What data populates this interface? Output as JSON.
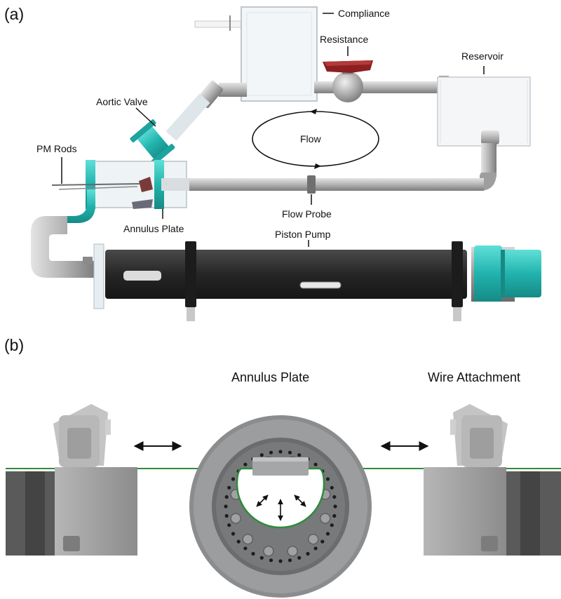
{
  "panel_a": {
    "tag": "(a)",
    "labels": {
      "compliance": "Compliance",
      "resistance": "Resistance",
      "reservoir": "Reservoir",
      "aortic_valve": "Aortic Valve",
      "pm_rods": "PM Rods",
      "flow": "Flow",
      "flow_probe": "Flow Probe",
      "annulus_plate": "Annulus Plate",
      "piston_pump": "Piston Pump"
    }
  },
  "panel_b": {
    "tag": "(b)",
    "labels": {
      "annulus_plate": "Annulus Plate",
      "wire_attachment": "Wire Attachment"
    }
  },
  "colors": {
    "pipe": "#b9b9b9",
    "teal": "#25b8b4",
    "pump_body": "#2a2a2a",
    "valve_handle": "#8c1f1f",
    "plate": "#8a8c8e",
    "block": "#9a9a9a",
    "wire": "#2e8b3c"
  }
}
